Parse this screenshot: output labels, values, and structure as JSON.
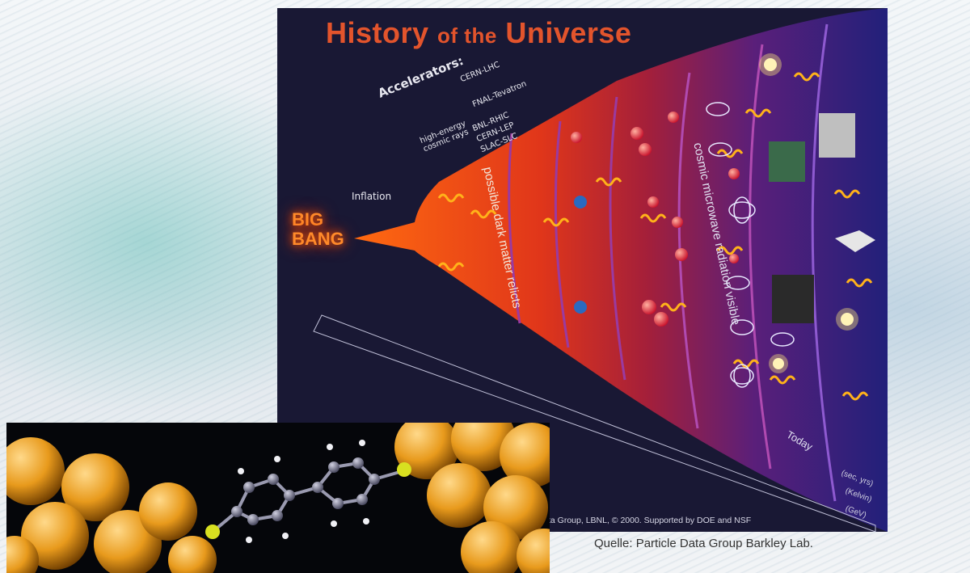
{
  "poster": {
    "title_part1": "History",
    "title_part2": "of the",
    "title_part3": "Universe",
    "accelerators_label": "Accelerators:",
    "accelerators": [
      "CERN-LHC",
      "FNAL-Tevatron",
      "BNL-RHIC",
      "CERN-LEP",
      "SLAC-SLC"
    ],
    "cosmic_rays_label": "high-energy cosmic rays",
    "inflation_label": "Inflation",
    "bigbang_line1": "BIG",
    "bigbang_line2": "BANG",
    "dark_matter_label": "possible dark matter relicts",
    "cmb_label": "cosmic microwave radiation visible",
    "today_label": "Today",
    "unit_labels": [
      "(sec, yrs)",
      "(Kelvin)",
      "(GeV)"
    ],
    "footer_credit": "ta Group, LBNL, © 2000.    Supported by DOE and NSF"
  },
  "caption": "Quelle: Particle Data Group Barkley Lab.",
  "colors": {
    "poster_bg": "#191834",
    "title": "#e3542c",
    "big_bang_glow": "#ff6a00",
    "caption_text": "#333333"
  }
}
